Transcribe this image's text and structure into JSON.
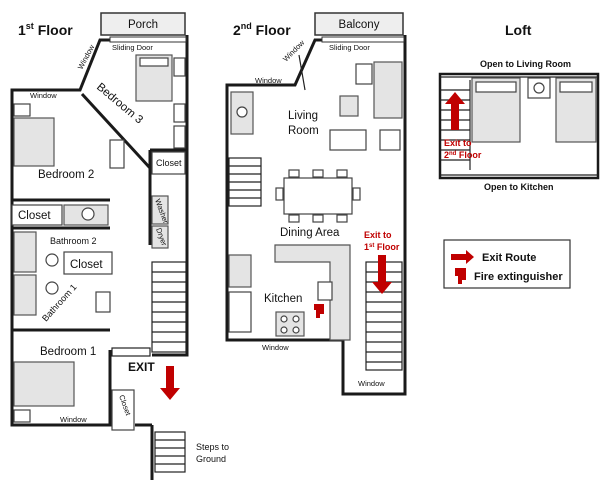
{
  "titles": {
    "first_floor": "1",
    "first_floor_sup": "st",
    "first_floor_rest": " Floor",
    "second_floor": "2",
    "second_floor_sup": "nd",
    "second_floor_rest": " Floor",
    "loft": "Loft"
  },
  "first_floor": {
    "porch": "Porch",
    "sliding_door": "Sliding Door",
    "window_diag": "Window",
    "window_top": "Window",
    "bedroom3": "Bedroom 3",
    "bedroom2": "Bedroom 2",
    "closet_mid": "Closet",
    "closet_left": "Closet",
    "washer": "Washer",
    "dryer": "Dryer",
    "bathroom2": "Bathroom 2",
    "closet_bath": "Closet",
    "bathroom1": "Bathroom 1",
    "bedroom1": "Bedroom 1",
    "exit": "EXIT",
    "closet_bottom": "Closet",
    "window_bottom": "Window",
    "steps": "Steps to",
    "steps2": "Ground"
  },
  "second_floor": {
    "balcony": "Balcony",
    "sliding_door": "Sliding Door",
    "window_diag": "Window",
    "window_left": "Window",
    "living": "Living",
    "room": "Room",
    "dining": "Dining Area",
    "kitchen": "Kitchen",
    "exit_line1": "Exit to",
    "exit_line2": "1",
    "exit_line2_sup": "st",
    "exit_line2_rest": " Floor",
    "window_bottom": "Window",
    "window_right": "Window"
  },
  "loft": {
    "open_living": "Open to Living Room",
    "open_kitchen": "Open to Kitchen",
    "exit_line1": "Exit to",
    "exit_line2": "2",
    "exit_line2_sup": "nd",
    "exit_line2_rest": " Floor"
  },
  "legend": {
    "exit_route": "Exit Route",
    "fire_extinguisher": "Fire extinguisher"
  },
  "colors": {
    "exit_red": "#c00000",
    "wall": "#1a1a1a"
  }
}
